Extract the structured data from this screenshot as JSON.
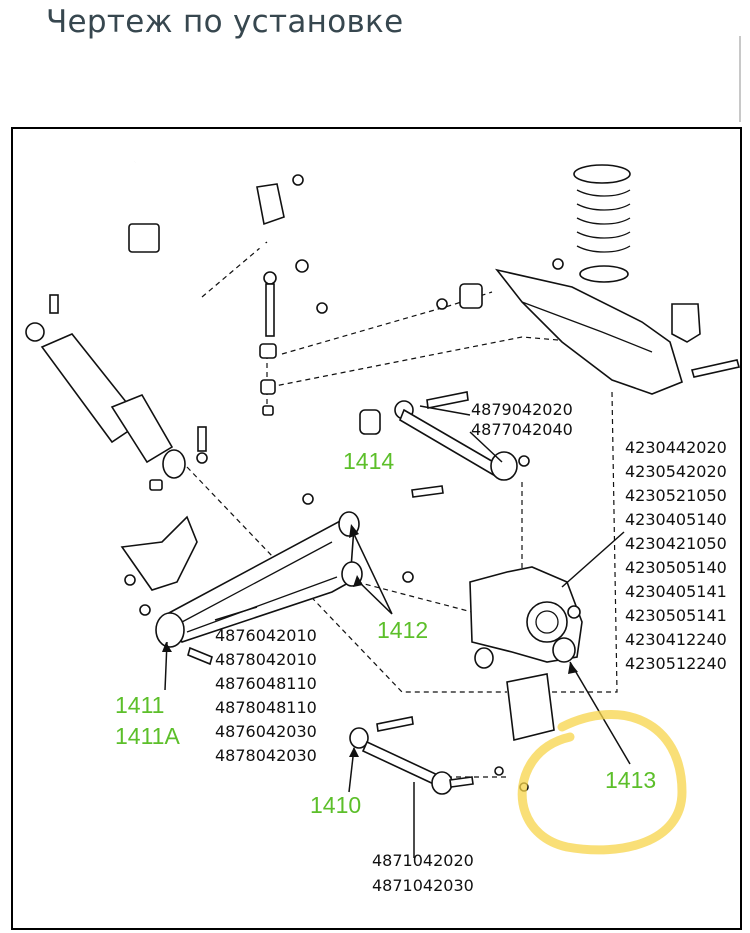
{
  "page": {
    "title": "Чертеж по установке"
  },
  "colors": {
    "callout_green": "#5cbf2a",
    "highlight_yellow": "#f7d44a",
    "title_gray": "#37474f"
  },
  "diagram": {
    "part_numbers": {
      "upper_arm": [
        "4879042020",
        "4877042040"
      ],
      "knuckle": [
        "4230442020",
        "4230542020",
        "4230521050",
        "4230405140",
        "4230421050",
        "4230505140",
        "4230405141",
        "4230505141",
        "4230412240",
        "4230512240"
      ],
      "trailing_arm": [
        "4876042010",
        "4878042010",
        "4876048110",
        "4878048110",
        "4876042030",
        "4878042030"
      ],
      "lower_link": [
        "4871042020",
        "4871042030"
      ]
    },
    "callouts": {
      "c1414": "1414",
      "c1412": "1412",
      "c1411": "1411",
      "c1411a": "1411A",
      "c1410": "1410",
      "c1413": "1413"
    }
  }
}
